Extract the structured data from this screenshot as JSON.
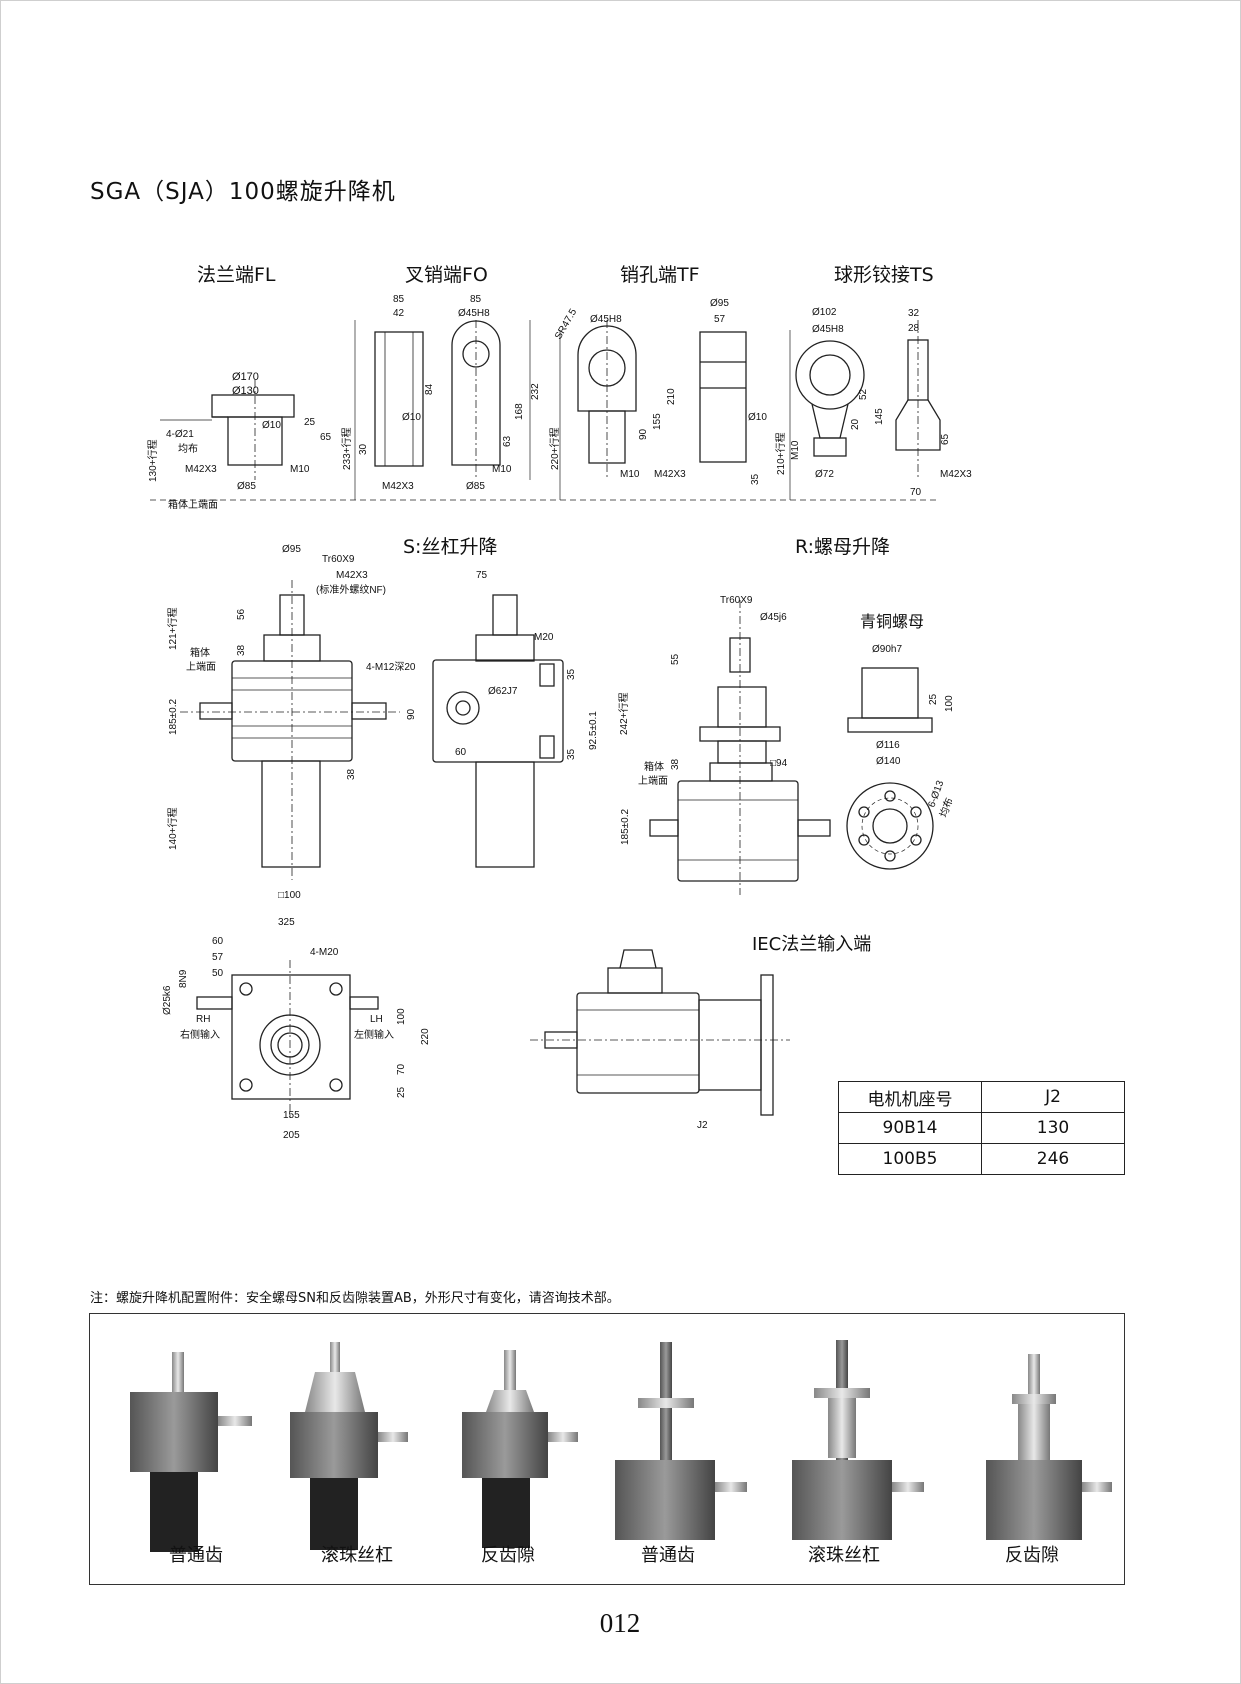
{
  "title": "SGA（SJA）100螺旋升降机",
  "sections": {
    "fl": "法兰端FL",
    "fo": "叉销端FO",
    "tf": "销孔端TF",
    "ts": "球形铰接TS",
    "s": "S:丝杠升降",
    "r": "R:螺母升降",
    "bronze": "青铜螺母",
    "iec": "IEC法兰输入端"
  },
  "dims": {
    "fl": [
      "Ø170",
      "Ø130",
      "4-Ø21",
      "均布",
      "Ø10",
      "25",
      "65",
      "M42X3",
      "M10",
      "Ø85",
      "130+行程",
      "箱体上端面"
    ],
    "fo": [
      "85",
      "42",
      "85",
      "Ø45H8",
      "84",
      "232",
      "168",
      "63",
      "Ø10",
      "233+行程",
      "30",
      "M42X3",
      "M10",
      "Ø85"
    ],
    "tf": [
      "SR47.5",
      "Ø45H8",
      "Ø95",
      "57",
      "210",
      "155",
      "90",
      "220+行程",
      "M10",
      "M42X3",
      "Ø10",
      "35"
    ],
    "ts": [
      "Ø102",
      "Ø45H8",
      "52",
      "20",
      "145",
      "210+行程",
      "M10",
      "Ø72",
      "32",
      "28",
      "65",
      "M42X3",
      "70"
    ],
    "s": [
      "Ø95",
      "Tr60X9",
      "M42X3",
      "(标准外螺纹NF)",
      "56",
      "121+行程",
      "38",
      "箱体",
      "上端面",
      "185±0.2",
      "38",
      "140+行程",
      "□100"
    ],
    "s2": [
      "75",
      "M20",
      "4-M12深20",
      "35",
      "Ø62J7",
      "90",
      "92.5±0.1",
      "60",
      "35"
    ],
    "r": [
      "Tr60X9",
      "Ø45j6",
      "55",
      "242+行程",
      "箱体",
      "上端面",
      "38",
      "□94",
      "185±0.2"
    ],
    "bronze": [
      "Ø90h7",
      "25",
      "100",
      "Ø116",
      "Ø140",
      "6-Ø13",
      "均布"
    ],
    "input": [
      "325",
      "60",
      "57",
      "50",
      "4-M20",
      "8N9",
      "Ø25k6",
      "RH",
      "右侧输入",
      "LH",
      "左侧输入",
      "100",
      "220",
      "70",
      "25",
      "155",
      "205"
    ],
    "iec": [
      "J2"
    ]
  },
  "motor_table": {
    "headers": [
      "电机机座号",
      "J2"
    ],
    "rows": [
      [
        "90B14",
        "130"
      ],
      [
        "100B5",
        "246"
      ]
    ]
  },
  "note": "注：螺旋升降机配置附件：安全螺母SN和反齿隙装置AB，外形尺寸有变化，请咨询技术部。",
  "photos": [
    "普通齿",
    "滚珠丝杠",
    "反齿隙",
    "普通齿",
    "滚珠丝杠",
    "反齿隙"
  ],
  "page_number": "012"
}
